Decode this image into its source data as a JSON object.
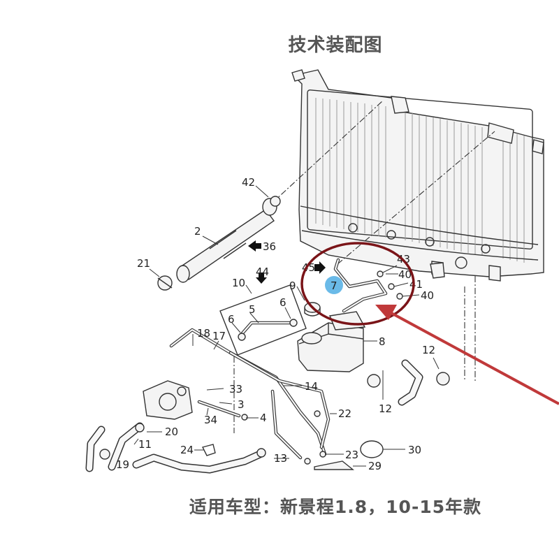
{
  "title": "技术装配图",
  "footer": "适用车型：新景程1.8，10-15年款",
  "colors": {
    "highlight_circle": "#7a1418",
    "arrow": "#c0393a",
    "marker": "#5ab2e6",
    "line": "#333333",
    "background": "#ffffff"
  },
  "highlight": {
    "marker_label": "7"
  },
  "callouts": {
    "c42": "42",
    "c2": "2",
    "c36": "36",
    "c21": "21",
    "c44": "44",
    "c10": "10",
    "c9": "9",
    "c5": "5",
    "c6a": "6",
    "c6b": "6",
    "c45": "45",
    "c43": "43",
    "c40a": "40",
    "c41": "41",
    "c40b": "40",
    "c8": "8",
    "c18": "18",
    "c17": "17",
    "c12a": "12",
    "c12b": "12",
    "c14": "14",
    "c33": "33",
    "c3": "3",
    "c34": "34",
    "c4": "4",
    "c22": "22",
    "c20": "20",
    "c11": "11",
    "c24": "24",
    "c19": "19",
    "c13": "13",
    "c23": "23",
    "c30": "30",
    "c29": "29"
  }
}
